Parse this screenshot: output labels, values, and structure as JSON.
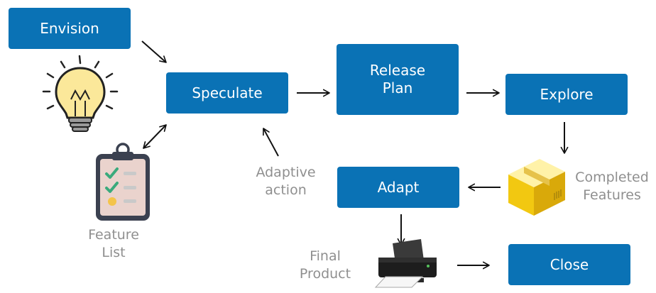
{
  "nodes": {
    "envision": "Envision",
    "speculate": "Speculate",
    "release_plan": "Release\nPlan",
    "explore": "Explore",
    "adapt": "Adapt",
    "close": "Close"
  },
  "labels": {
    "adaptive_action": "Adaptive\naction",
    "completed_features": "Completed\nFeatures",
    "feature_list": "Feature\nList",
    "final_product": "Final\nProduct"
  },
  "icons": {
    "idea": "lightbulb-icon",
    "list": "clipboard-checklist-icon",
    "features": "box-package-icon",
    "product": "printer-icon"
  },
  "colors": {
    "box": "#0a72b5",
    "box_text": "#ffffff",
    "label_text": "#8f8f8f",
    "arrow": "#111111"
  }
}
